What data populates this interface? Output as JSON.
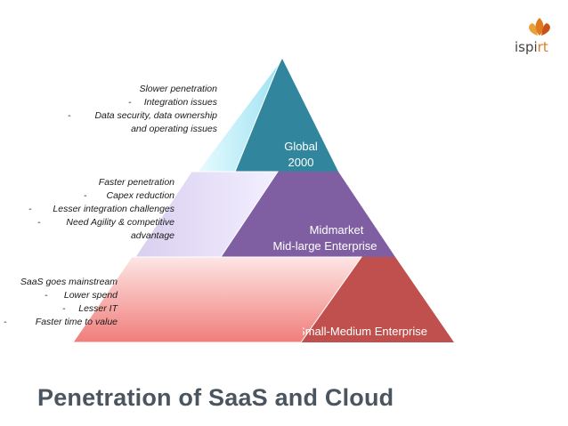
{
  "title": "Penetration of SaaS and Cloud",
  "logo": {
    "text_main": "ispi",
    "text_accent": "rt"
  },
  "tiers": [
    {
      "id": "global",
      "label_line1": "Global",
      "label_line2": "2000",
      "color": "#31859C",
      "overlay_color": "#B7EEF8"
    },
    {
      "id": "midmarket",
      "label_line1": "Midmarket",
      "label_line2": "Mid-large Enterprise",
      "color": "#7F5FA1",
      "overlay_color": "#D5C8EA"
    },
    {
      "id": "smb",
      "label_line1": "Small-Medium Enterprise",
      "color": "#C0504D",
      "overlay_color": "#F6B4B2"
    }
  ],
  "notes": {
    "top": {
      "heading": "Slower penetration",
      "items": [
        "Integration issues",
        "Data security, data ownership",
        "and operating issues"
      ]
    },
    "middle": {
      "heading": "Faster penetration",
      "items": [
        "Capex reduction",
        "Lesser integration challenges",
        "Need Agility & competitive",
        "advantage"
      ]
    },
    "bottom": {
      "heading": "SaaS goes mainstream",
      "items": [
        "Lower spend",
        "Lesser IT",
        "Faster time to value"
      ]
    }
  }
}
